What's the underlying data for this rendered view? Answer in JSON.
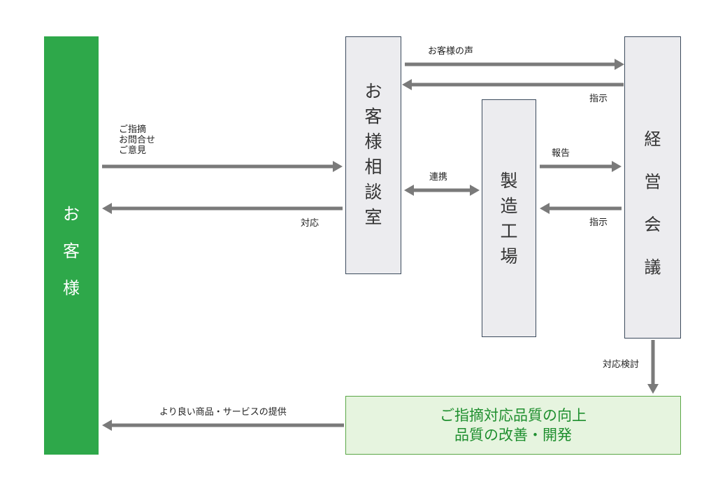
{
  "colors": {
    "customer_fill": "#2ea84a",
    "box_fill": "#ececef",
    "box_border": "#3b4a5c",
    "arrow": "#7a7a7a",
    "result_fill": "#e6f4df",
    "result_border": "#5aa746",
    "result_text": "#1f8f2f",
    "label_text": "#222222"
  },
  "nodes": {
    "customer": [
      "お",
      "客",
      "様"
    ],
    "support": [
      "お",
      "客",
      "様",
      "相",
      "談",
      "室"
    ],
    "factory": [
      "製",
      "造",
      "工",
      "場"
    ],
    "board": [
      "経",
      "営",
      "会",
      "議"
    ],
    "result": [
      "ご指摘対応品質の向上",
      "品質の改善・開発"
    ]
  },
  "labels": {
    "voice": "お客様の声",
    "instruct_top": "指示",
    "inquiry_lines": [
      "ご指摘",
      "お問合せ",
      "ご意見"
    ],
    "response": "対応",
    "liaison": "連携",
    "report": "報告",
    "instruct_mid": "指示",
    "review": "対応検討",
    "delivery": "より良い商品・サービスの提供"
  }
}
